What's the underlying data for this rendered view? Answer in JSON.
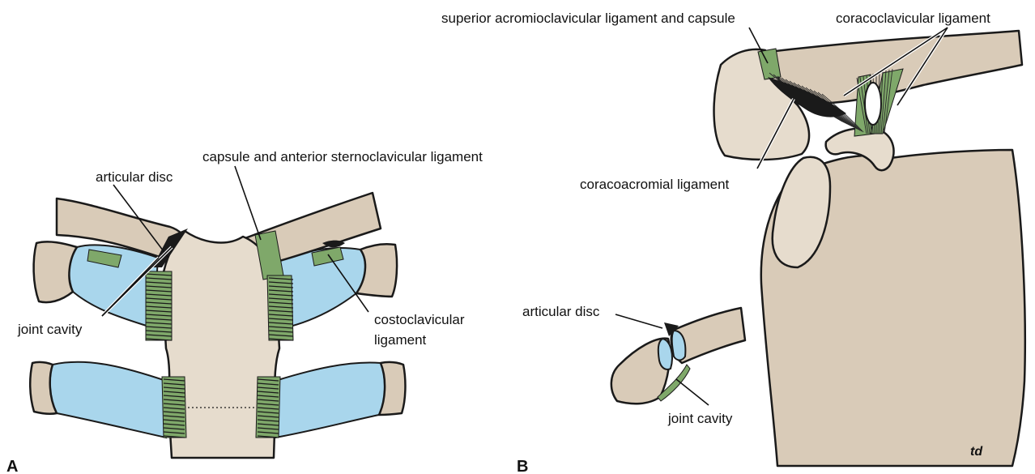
{
  "panels": {
    "a": {
      "letter": "A"
    },
    "b": {
      "letter": "B"
    }
  },
  "labels": {
    "a": {
      "articular_disc": "articular disc",
      "capsule": "capsule and anterior sternoclavicular ligament",
      "joint_cavity": "joint cavity",
      "costoclavicular_line1": "costoclavicular",
      "costoclavicular_line2": "ligament"
    },
    "b": {
      "superior_acromioclavicular": "superior acromioclavicular ligament and capsule",
      "coracoclavicular": "coracoclavicular ligament",
      "coracoacromial": "coracoacromial ligament",
      "articular_disc": "articular disc",
      "joint_cavity": "joint cavity"
    }
  },
  "signature": "td",
  "colors": {
    "bone": "#d9cbb8",
    "cartilage": "#a9d6ec",
    "ligament": "#7fa86a",
    "outline": "#1a1a1a"
  }
}
